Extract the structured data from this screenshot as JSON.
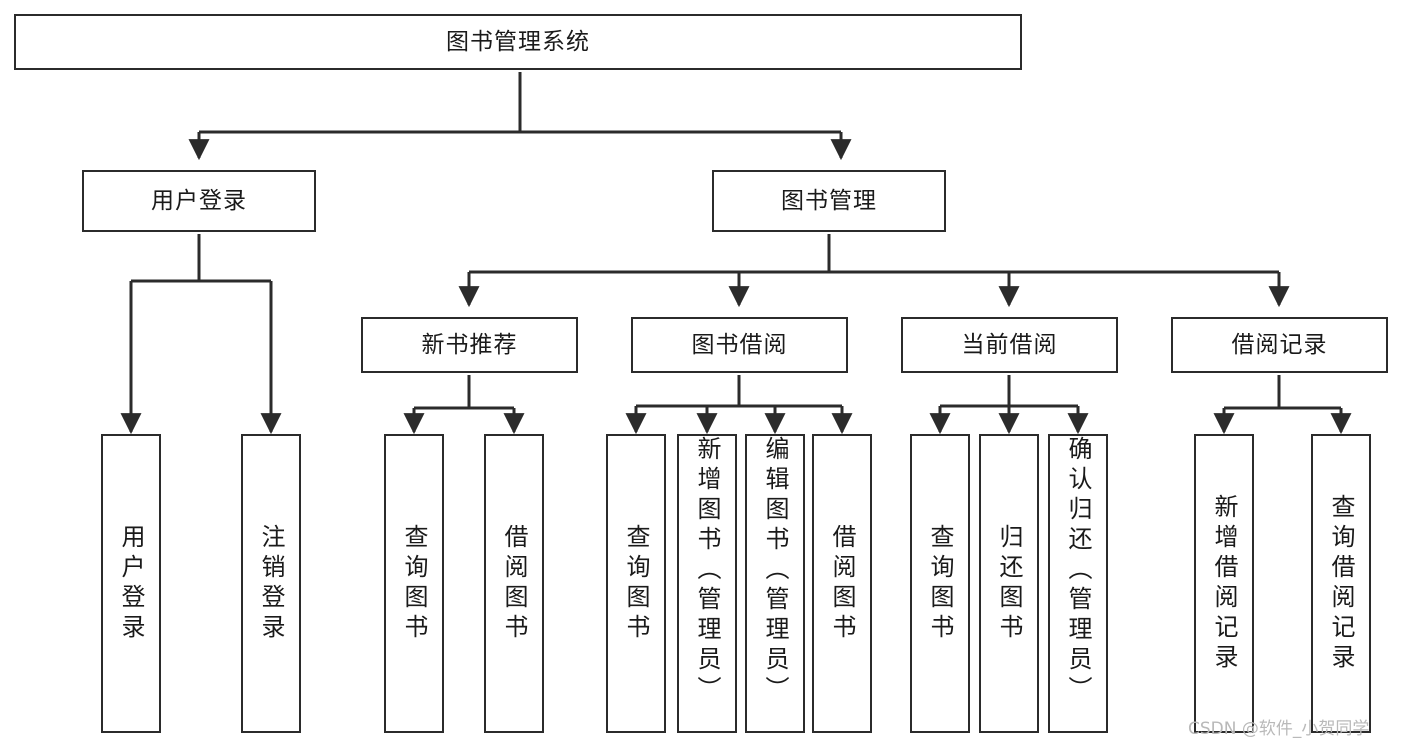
{
  "diagram": {
    "title": "图书管理系统",
    "type": "tree-hierarchy-diagram",
    "watermark": "CSDN @软件_小贺同学",
    "colors": {
      "box_border": "#2b2b2b",
      "box_fill": "#ffffff",
      "connector": "#2b2b2b",
      "text": "#1a1a1a",
      "watermark": "#b9b9b9",
      "background": "#ffffff"
    },
    "root": {
      "label": "图书管理系统"
    },
    "level2": [
      {
        "label": "用户登录"
      },
      {
        "label": "图书管理"
      }
    ],
    "level3": [
      {
        "label": "新书推荐"
      },
      {
        "label": "图书借阅"
      },
      {
        "label": "当前借阅"
      },
      {
        "label": "借阅记录"
      }
    ],
    "leaves": {
      "user_login": [
        {
          "label": "用户登录"
        },
        {
          "label": "注销登录"
        }
      ],
      "new_book_recommend": [
        {
          "label": "查询图书"
        },
        {
          "label": "借阅图书"
        }
      ],
      "book_borrow": [
        {
          "label": "查询图书"
        },
        {
          "label": "新增图书（管理员）"
        },
        {
          "label": "编辑图书（管理员）"
        },
        {
          "label": "借阅图书"
        }
      ],
      "current_borrow": [
        {
          "label": "查询图书"
        },
        {
          "label": "归还图书"
        },
        {
          "label": "确认归还（管理员）"
        }
      ],
      "borrow_record": [
        {
          "label": "新增借阅记录"
        },
        {
          "label": "查询借阅记录"
        }
      ]
    }
  }
}
